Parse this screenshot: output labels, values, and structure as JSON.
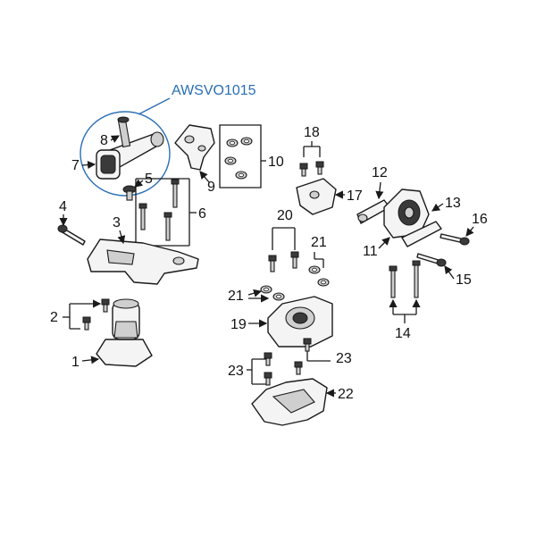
{
  "diagram": {
    "highlight_code": "AWSVO1015",
    "highlight_color": "#2a6fb5",
    "callouts": {
      "c1": "1",
      "c2": "2",
      "c3": "3",
      "c4": "4",
      "c5": "5",
      "c6": "6",
      "c7": "7",
      "c8": "8",
      "c9": "9",
      "c10": "10",
      "c11": "11",
      "c12": "12",
      "c13": "13",
      "c14": "14",
      "c15": "15",
      "c16": "16",
      "c17": "17",
      "c18": "18",
      "c19": "19",
      "c20": "20",
      "c21a": "21",
      "c21b": "21",
      "c22": "22",
      "c23a": "23",
      "c23b": "23"
    }
  }
}
